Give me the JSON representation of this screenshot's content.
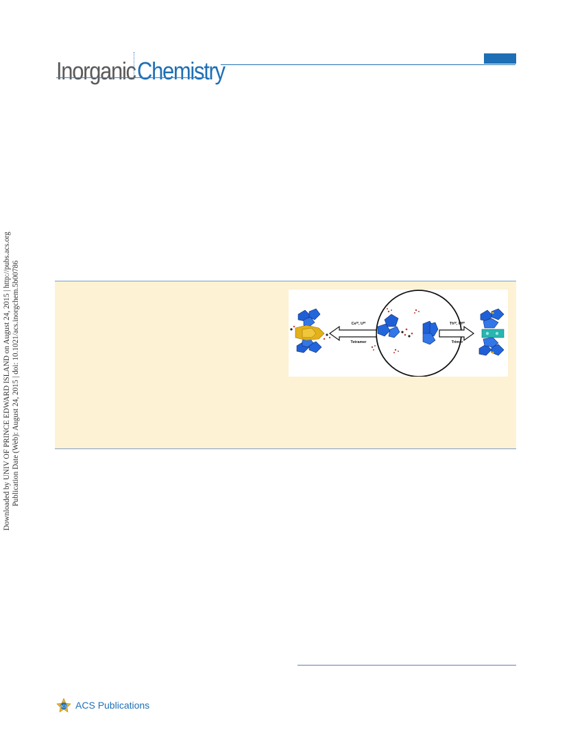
{
  "header": {
    "journal_word1": "Inorganic",
    "journal_word2": "Chemistry"
  },
  "side_note": {
    "line1": "Downloaded by UNIV OF PRINCE EDWARD ISLAND on August 24, 2015 | http://pubs.acs.org",
    "line2": "Publication Date (Web): August 24, 2015 | doi: 10.1021/acs.inorgchem.5b00786"
  },
  "toc": {
    "left_arrow_label_top": "Ceᴵⱽ, Uᴵⱽ",
    "left_arrow_label_bottom": "Tetramer",
    "right_arrow_label_top": "Thᴵⱽ, Hfᴵⱽ",
    "right_arrow_label_bottom": "Trimer",
    "colors": {
      "polyhedra_blue": "#1f5fd6",
      "metal_yellow": "#e3b11b",
      "metal_teal": "#29b5b0"
    }
  },
  "footer": {
    "publisher_acs": "ACS",
    "publisher_word": "Publications"
  },
  "colors": {
    "brand_blue": "#1e6fb5",
    "abstract_bg": "#fdf2d3"
  }
}
